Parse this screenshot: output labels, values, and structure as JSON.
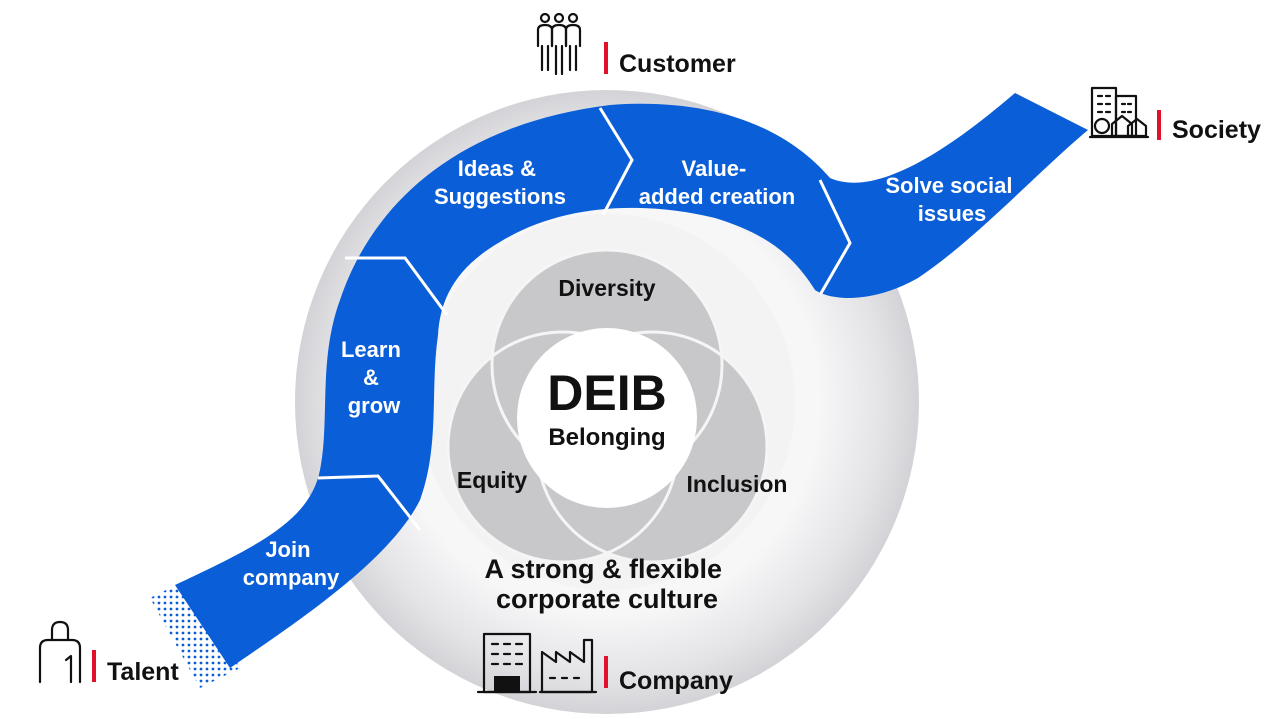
{
  "stakeholders": {
    "customer": "Customer",
    "society": "Society",
    "talent": "Talent",
    "company": "Company"
  },
  "steps": {
    "join": [
      "Join",
      "company"
    ],
    "learn": [
      "Learn",
      "&",
      "grow"
    ],
    "ideas": [
      "Ideas &",
      "Suggestions"
    ],
    "value": [
      "Value-",
      "added creation"
    ],
    "solve": [
      "Solve social",
      "issues"
    ]
  },
  "venn": {
    "top": "Diversity",
    "left": "Equity",
    "right": "Inclusion"
  },
  "center": {
    "title": "DEIB",
    "subtitle": "Belonging"
  },
  "culture": [
    "A strong & flexible",
    "corporate culture"
  ],
  "colors": {
    "flow_blue": "#0a5ed7",
    "ring_gray": "#dcdcdf",
    "venn_gray": "#c9c9cc",
    "accent_red": "#e0112b"
  },
  "icons": {
    "customer": "people-group-icon",
    "society": "city-houses-icon",
    "talent": "person-icon",
    "company": "building-factory-icon"
  }
}
